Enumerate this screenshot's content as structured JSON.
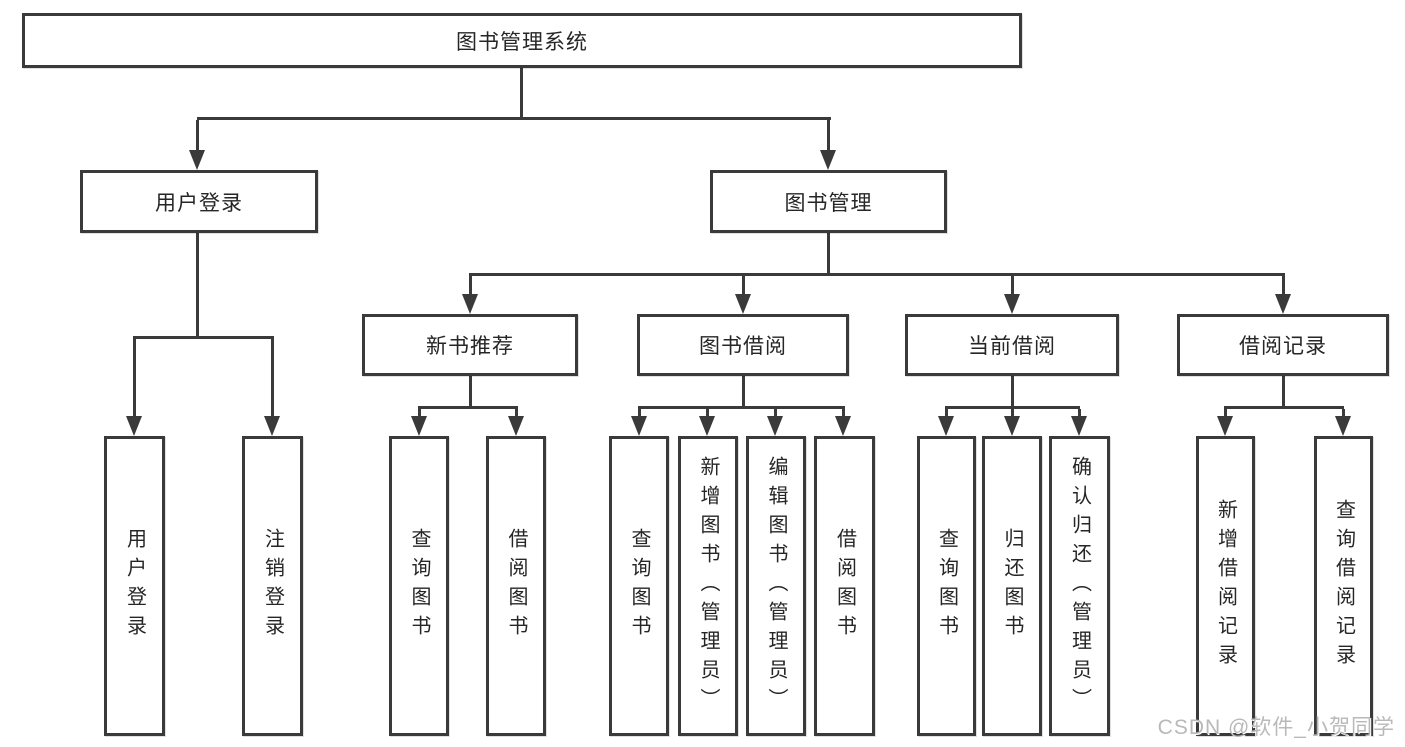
{
  "diagram": {
    "title": "图书管理系统",
    "nodes": {
      "root": "图书管理系统",
      "user_login": "用户登录",
      "book_mgmt": "图书管理",
      "new_books": "新书推荐",
      "book_borrow": "图书借阅",
      "current_borrow": "当前借阅",
      "borrow_records": "借阅记录",
      "leaf_user_login": "用户登录",
      "leaf_logout": "注销登录",
      "leaf_nb_query": "查询图书",
      "leaf_nb_borrow": "借阅图书",
      "leaf_bb_query": "查询图书",
      "leaf_bb_add": "新增图书（管理员）",
      "leaf_bb_edit": "编辑图书（管理员）",
      "leaf_bb_borrow": "借阅图书",
      "leaf_cb_query": "查询图书",
      "leaf_cb_return": "归还图书",
      "leaf_cb_confirm": "确认归还（管理员）",
      "leaf_br_add": "新增借阅记录",
      "leaf_br_query": "查询借阅记录"
    },
    "watermark": "CSDN @软件_小贺同学",
    "colors": {
      "line": "#3a3a3a",
      "border": "#3a3a3a",
      "text": "#262626",
      "background": "#ffffff",
      "watermark": "#b9b9b9"
    }
  }
}
